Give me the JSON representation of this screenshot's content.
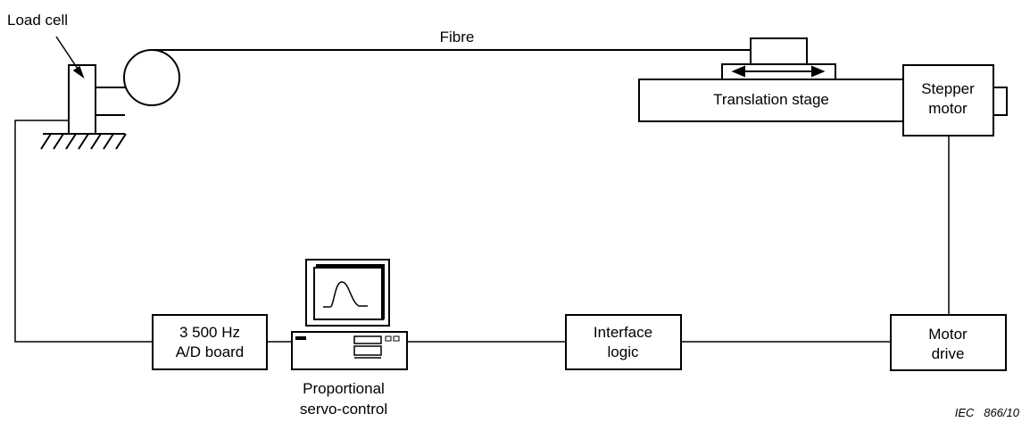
{
  "labels": {
    "load_cell": "Load cell",
    "fibre": "Fibre",
    "translation_stage": "Translation stage",
    "stepper_line1": "Stepper",
    "stepper_line2": "motor",
    "ad_line1": "3 500 Hz",
    "ad_line2": "A/D board",
    "computer_line1": "Proportional",
    "computer_line2": "servo-control",
    "interface_line1": "Interface",
    "interface_line2": "logic",
    "motor_drive_line1": "Motor",
    "motor_drive_line2": "drive",
    "figure_ref": "IEC   866/10"
  },
  "colors": {
    "stroke": "#000000",
    "background": "#ffffff"
  }
}
